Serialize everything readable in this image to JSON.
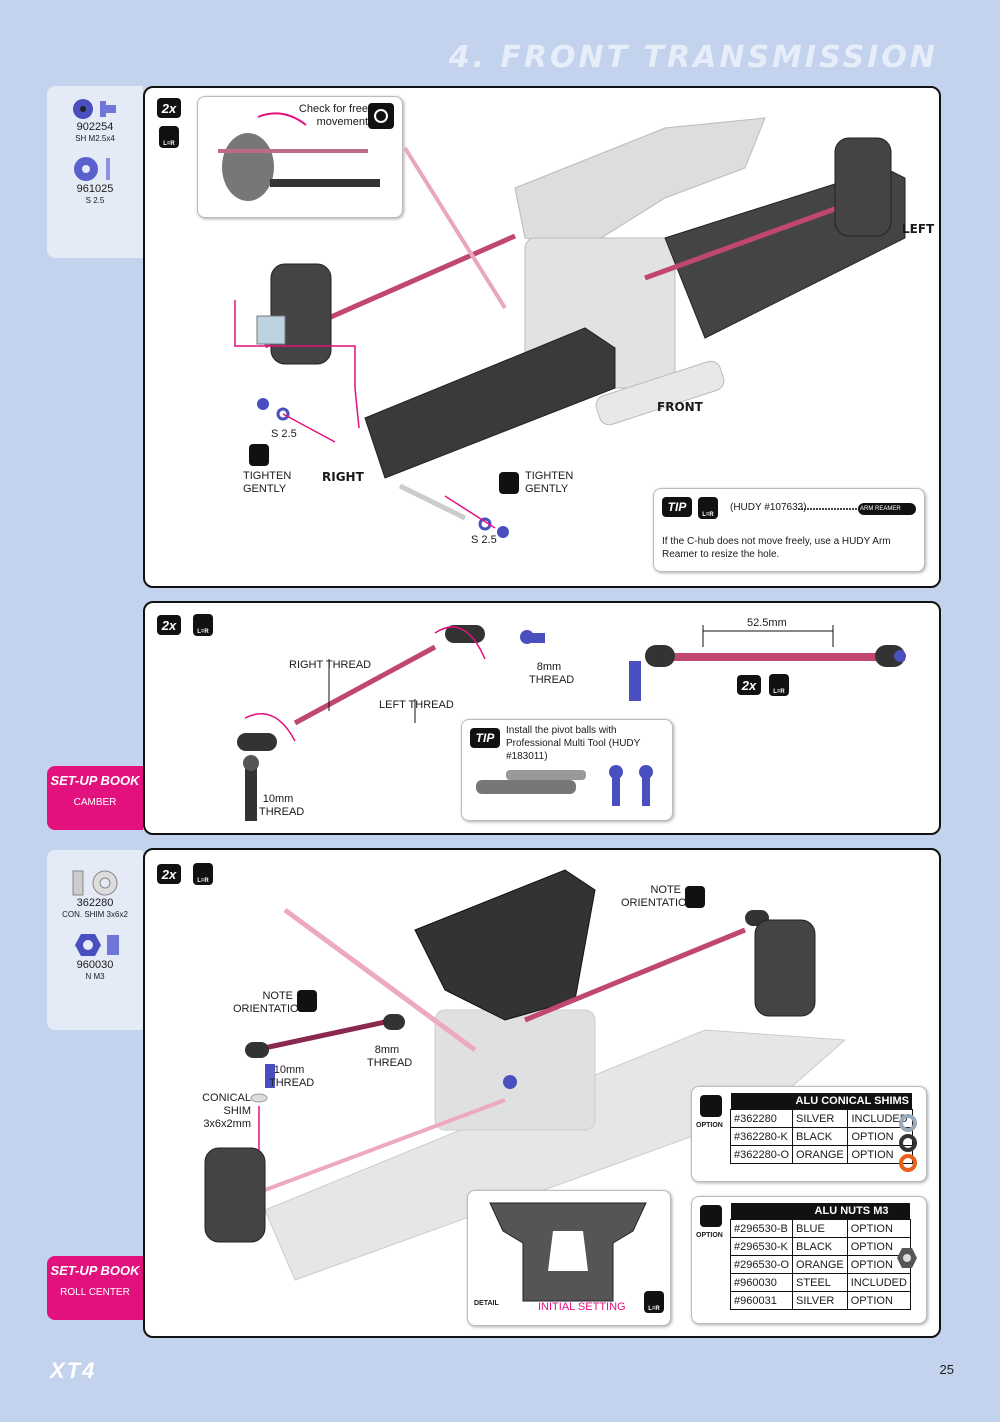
{
  "page": {
    "title": "4. FRONT TRANSMISSION",
    "page_number": "25",
    "logo": "XT4"
  },
  "parts1": [
    {
      "code": "902254",
      "desc": "SH M2.5x4"
    },
    {
      "code": "961025",
      "desc": "S 2.5"
    }
  ],
  "parts3": [
    {
      "code": "362280",
      "desc": "CON. SHIM 3x6x2"
    },
    {
      "code": "960030",
      "desc": "N M3"
    }
  ],
  "common": {
    "qty": "2x",
    "lr": "L=R",
    "tip": "TIP"
  },
  "panel1": {
    "check": "Check for free movement",
    "left": "LEFT",
    "front": "FRONT",
    "right": "RIGHT",
    "s25_a": "S 2.5",
    "s25_b": "S 2.5",
    "tighten_a": "TIGHTEN GENTLY",
    "tighten_b": "TIGHTEN GENTLY",
    "tip_ref": "(HUDY #107633)",
    "tool": "ARM REAMER",
    "tip_text": "If the C-hub does not move freely, use a HUDY Arm Reamer to resize the hole."
  },
  "panel2": {
    "right_thread": "RIGHT THREAD",
    "left_thread": "LEFT THREAD",
    "thread_8": "8mm THREAD",
    "thread_10": "10mm THREAD",
    "length": "52.5mm",
    "tip_text": "Install the pivot balls with Professional Multi Tool (HUDY #183011)"
  },
  "setup1": {
    "book": "SET-UP BOOK",
    "topic": "CAMBER"
  },
  "setup2": {
    "book": "SET-UP BOOK",
    "topic": "ROLL CENTER"
  },
  "panel3": {
    "note_a": "NOTE ORIENTATION",
    "note_b": "NOTE ORIENTATION",
    "thread_8": "8mm THREAD",
    "thread_10": "10mm THREAD",
    "shim": "CONICAL SHIM 3x6x2mm",
    "initial": "INITIAL SETTING",
    "detail": "DETAIL",
    "option": "OPTION"
  },
  "shims_table": {
    "title": "ALU CONICAL SHIMS",
    "rows": [
      [
        "#362280",
        "SILVER",
        "INCLUDED"
      ],
      [
        "#362280-K",
        "BLACK",
        "OPTION"
      ],
      [
        "#362280-O",
        "ORANGE",
        "OPTION"
      ]
    ]
  },
  "nuts_table": {
    "title": "ALU NUTS M3",
    "rows": [
      [
        "#296530-B",
        "BLUE",
        "OPTION"
      ],
      [
        "#296530-K",
        "BLACK",
        "OPTION"
      ],
      [
        "#296530-O",
        "ORANGE",
        "OPTION"
      ],
      [
        "#960030",
        "STEEL",
        "INCLUDED"
      ],
      [
        "#960031",
        "SILVER",
        "OPTION"
      ]
    ]
  },
  "colors": {
    "magenta": "#e3117d",
    "part_blue": "#4a4fc0",
    "chassis_grey": "#3a3a3a"
  }
}
